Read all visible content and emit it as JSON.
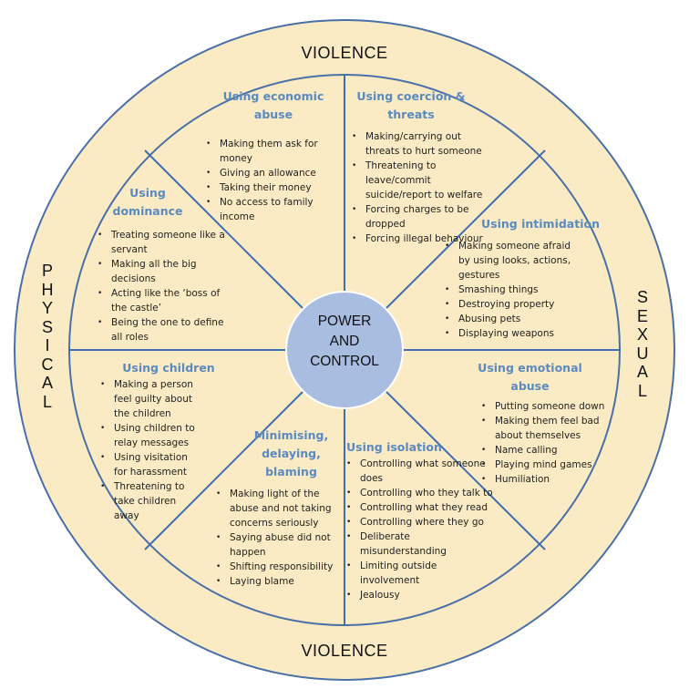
{
  "outer": {
    "top": "VIOLENCE",
    "bottom": "VIOLENCE",
    "left": "PHYSICAL",
    "right": "SEXUAL"
  },
  "center": {
    "line1": "POWER",
    "line2": "AND",
    "line3": "CONTROL"
  },
  "colors": {
    "wheel_fill": "#fbebc4",
    "hub_fill": "#a9bde0",
    "title_blue": "#5a8ac0",
    "spoke": "#3f6fb0"
  },
  "segments": {
    "economic": {
      "title": "Using economic abuse",
      "items": [
        "Making them ask for money",
        "Giving an allowance",
        "Taking their money",
        "No access to family income"
      ]
    },
    "coercion": {
      "title": "Using coercion & threats",
      "items": [
        "Making/carrying out threats to hurt someone",
        "Threatening to leave/commit suicide/report to welfare",
        "Forcing charges to be dropped",
        "Forcing illegal behaviour"
      ]
    },
    "intimidation": {
      "title": "Using intimidation",
      "items": [
        "Making someone afraid by using looks, actions, gestures",
        "Smashing things",
        "Destroying property",
        "Abusing pets",
        "Displaying weapons"
      ]
    },
    "emotional": {
      "title": "Using emotional abuse",
      "items": [
        "Putting someone down",
        "Making them feel bad about themselves",
        "Name calling",
        "Playing mind games",
        "Humiliation"
      ]
    },
    "isolation": {
      "title": "Using isolation",
      "items": [
        "Controlling what someone does",
        "Controlling who they talk to",
        "Controlling what they read",
        "Controlling where they go",
        "Deliberate misunderstanding",
        "Limiting outside involvement",
        "Jealousy"
      ]
    },
    "minimising": {
      "title": "Minimising, delaying, blaming",
      "items": [
        "Making light of the abuse and not taking concerns seriously",
        "Saying abuse did not happen",
        "Shifting responsibility",
        "Laying blame"
      ]
    },
    "children": {
      "title": "Using children",
      "items": [
        "Making a person feel guilty about the children",
        "Using children to relay messages",
        "Using visitation for harassment",
        "Threatening to take children away"
      ]
    },
    "dominance": {
      "title": "Using dominance",
      "items": [
        "Treating someone like a servant",
        "Making all the big decisions",
        "Acting like the ‘boss of the castle’",
        "Being the one to define all roles"
      ]
    }
  }
}
